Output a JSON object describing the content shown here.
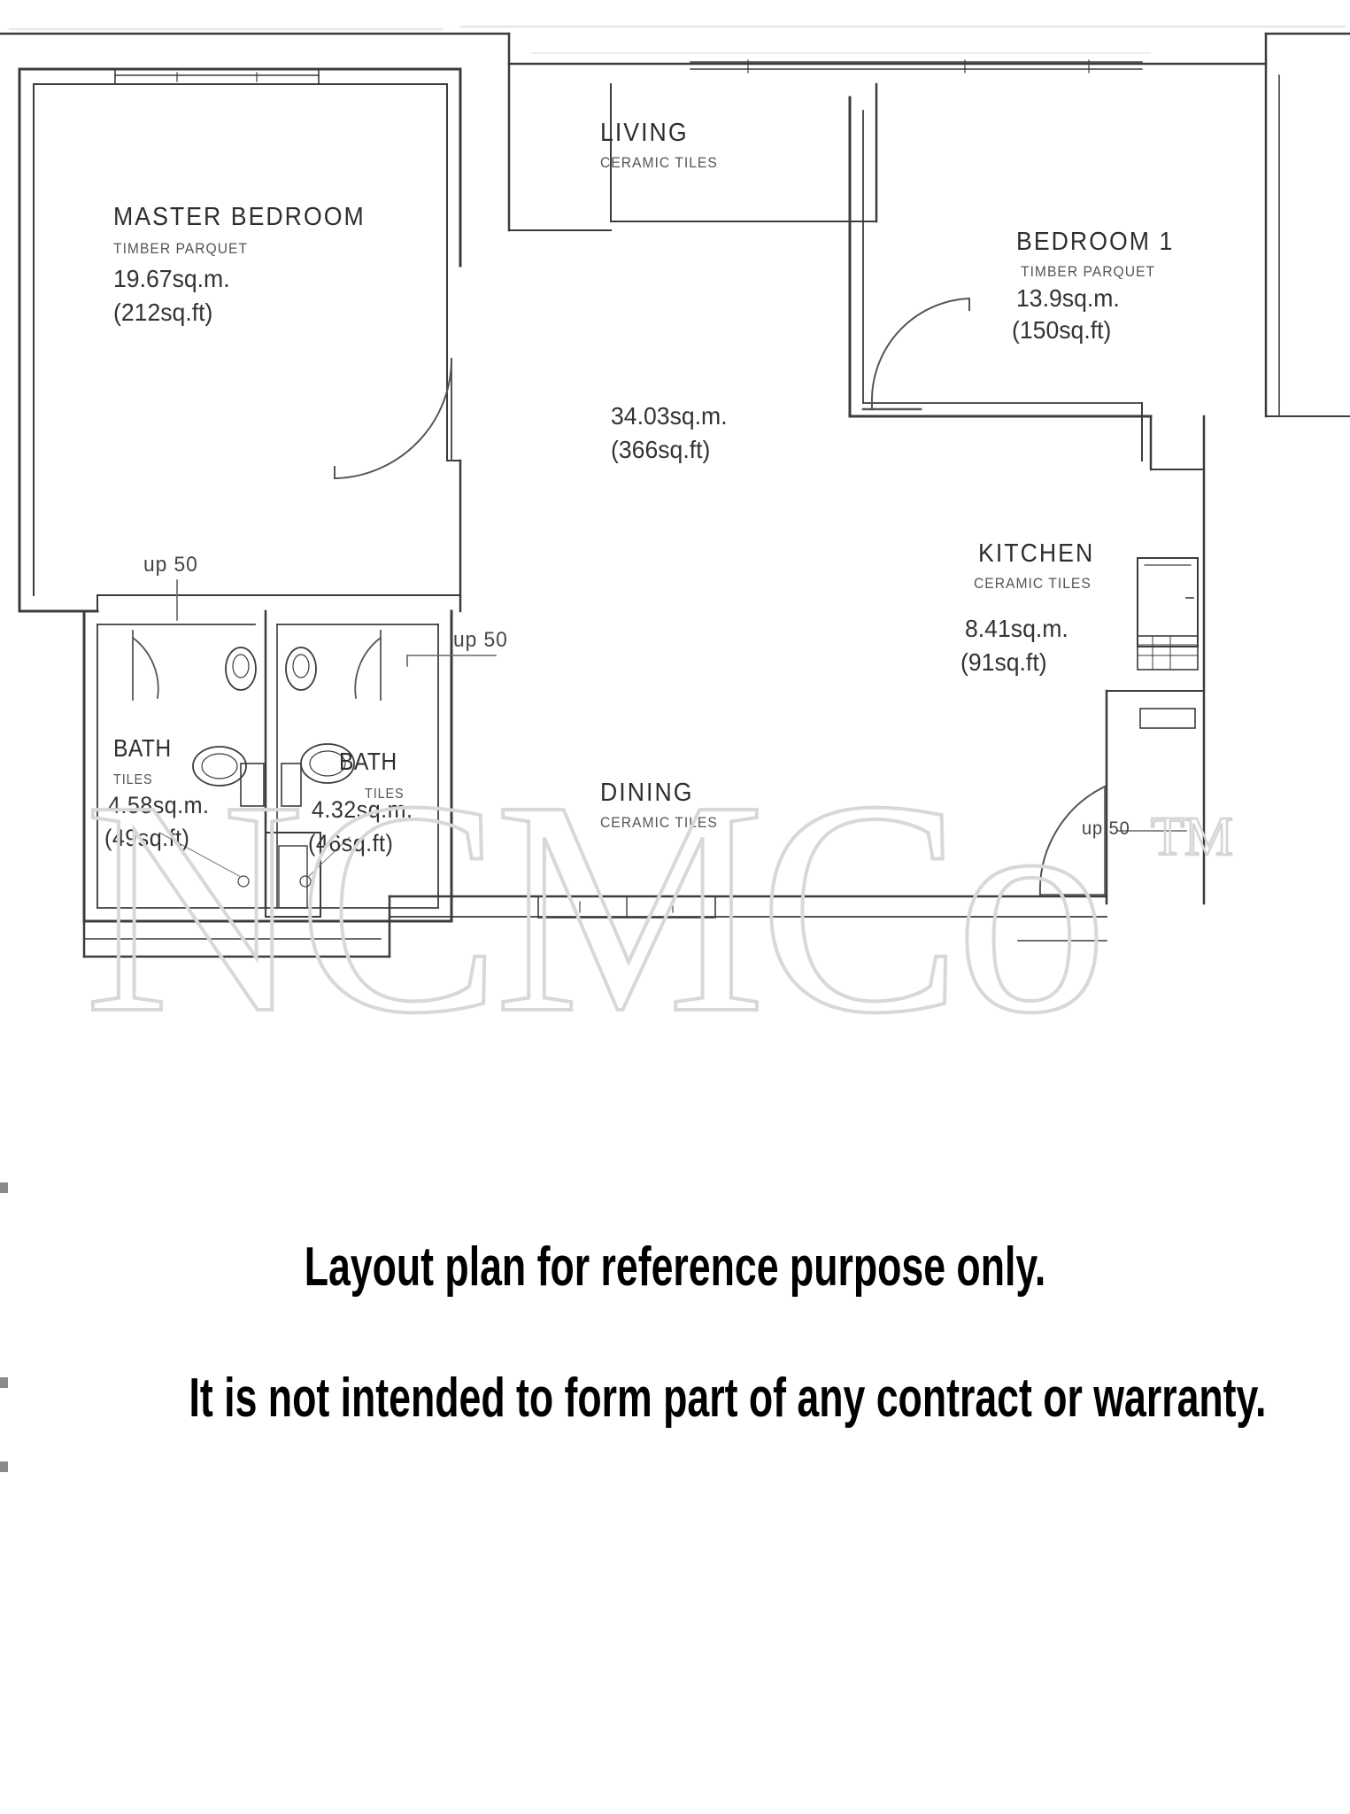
{
  "document": {
    "type": "residential-floor-plan",
    "watermark": "NCMCo",
    "watermark_tm": "TM",
    "background_color": "#ffffff",
    "line_color": "#333333"
  },
  "rooms": [
    {
      "id": "master-bedroom",
      "name": "MASTER BEDROOM",
      "material": "TIMBER PARQUET",
      "area_sqm": "19.67sq.m.",
      "area_sqft": "(212sq.ft)"
    },
    {
      "id": "living",
      "name": "LIVING",
      "material": "CERAMIC TILES",
      "area_sqm": "34.03sq.m.",
      "area_sqft": "(366sq.ft)"
    },
    {
      "id": "bedroom-1",
      "name": "BEDROOM  1",
      "material": "TIMBER PARQUET",
      "area_sqm": "13.9sq.m.",
      "area_sqft": "(150sq.ft)"
    },
    {
      "id": "kitchen",
      "name": "KITCHEN",
      "material": "CERAMIC TILES",
      "area_sqm": "8.41sq.m.",
      "area_sqft": "(91sq.ft)"
    },
    {
      "id": "bath-left",
      "name": "BATH",
      "material": "TILES",
      "area_sqm": "4.58sq.m.",
      "area_sqft": "(49sq.ft)"
    },
    {
      "id": "bath-right",
      "name": "BATH",
      "material": "TILES",
      "area_sqm": "4.32sq.m.",
      "area_sqft": "(46sq.ft)"
    },
    {
      "id": "dining",
      "name": "DINING",
      "material": "CERAMIC TILES",
      "area_sqm": "",
      "area_sqft": ""
    }
  ],
  "annotations": {
    "step_left": "up 50",
    "step_mid": "up 50",
    "step_right": "up 50"
  },
  "disclaimer": {
    "line1": "Layout plan for reference purpose only.",
    "line2": "It is not intended to form part of any contract or warranty."
  }
}
